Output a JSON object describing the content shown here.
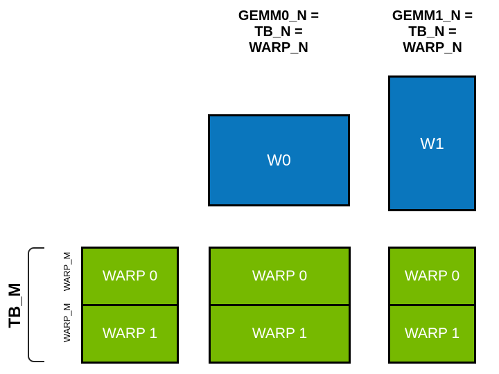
{
  "diagram": {
    "title_context": "GEMM warp tiling diagram",
    "colors": {
      "background": "#ffffff",
      "accumulator_blue": "#0a76bd",
      "warp_green": "#76b900",
      "box_border": "#000000",
      "bracket": "#262626",
      "box_text": "#ffffff",
      "label_text": "#000000"
    },
    "column_headers": [
      {
        "line1": "GEMM0_N =",
        "line2": "TB_N =",
        "line3": "WARP_N"
      },
      {
        "line1": "GEMM1_N =",
        "line2": "TB_N =",
        "line3": "WARP_N"
      }
    ],
    "blue_boxes": [
      {
        "label": "W0"
      },
      {
        "label": "W1"
      }
    ],
    "warp_groups": [
      {
        "rows": [
          "WARP 0",
          "WARP 1"
        ]
      },
      {
        "rows": [
          "WARP 0",
          "WARP 1"
        ]
      },
      {
        "rows": [
          "WARP 0",
          "WARP 1"
        ]
      }
    ],
    "left_axis": {
      "bracket_label": "TB_M",
      "row_labels": [
        "WARP_M",
        "WARP_M"
      ]
    }
  }
}
